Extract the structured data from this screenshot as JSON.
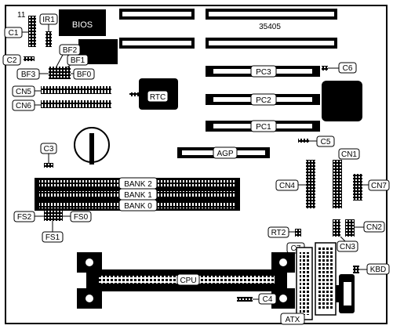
{
  "board": {
    "model": "35405",
    "bios": "BIOS",
    "pin_number": "11"
  },
  "labels": {
    "c1": "C1",
    "ir1": "IR1",
    "c2": "C2",
    "bf2": "BF2",
    "bf1": "BF1",
    "bf3": "BF3",
    "bf0": "BF0",
    "cn5": "CN5",
    "cn6": "CN6",
    "rtc": "RTC",
    "pc3": "PC3",
    "pc2": "PC2",
    "pc1": "PC1",
    "c6": "C6",
    "c5": "C5",
    "agp": "AGP",
    "c3": "C3",
    "bank2": "BANK 2",
    "bank1": "BANK 1",
    "bank0": "BANK 0",
    "fs2": "FS2",
    "fs0": "FS0",
    "fs1": "FS1",
    "cn1": "CN1",
    "cn4": "CN4",
    "cn7": "CN7",
    "cn2": "CN2",
    "cn3": "CN3",
    "rt2": "RT2",
    "c7": "C7",
    "cpu": "CPU",
    "c4": "C4",
    "kbd": "KBD",
    "atx": "ATX"
  }
}
